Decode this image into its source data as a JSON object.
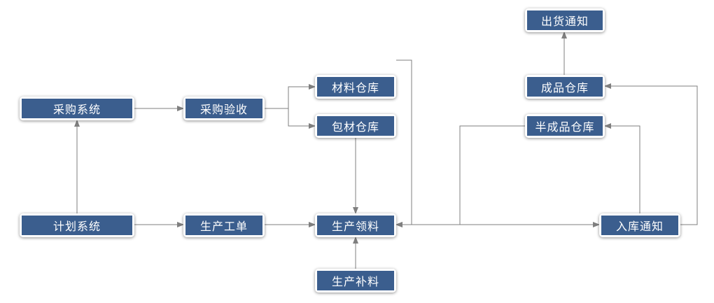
{
  "nodes": {
    "caigou_xitong": "采购系统",
    "caigou_yanshou": "采购验收",
    "cailiao_cangku": "材料仓库",
    "baocai_cangku": "包材仓库",
    "jihua_xitong": "计划系统",
    "shengchan_gongdan": "生产工单",
    "shengchan_lingliao": "生产领料",
    "shengchan_buliao": "生产补料",
    "chuhuo_tongzhi": "出货通知",
    "chengpin_cangku": "成品仓库",
    "banchengpin_cangku": "半成品仓库",
    "ruku_tongzhi": "入库通知"
  },
  "colors": {
    "node_fill": "#3b5e8e",
    "node_text": "#ffffff",
    "edge": "#7f7f7f"
  },
  "edges": [
    {
      "from": "caigou_xitong",
      "to": "caigou_yanshou"
    },
    {
      "from": "caigou_yanshou",
      "to": "cailiao_cangku"
    },
    {
      "from": "caigou_yanshou",
      "to": "baocai_cangku"
    },
    {
      "from": "jihua_xitong",
      "to": "caigou_xitong"
    },
    {
      "from": "jihua_xitong",
      "to": "shengchan_gongdan"
    },
    {
      "from": "shengchan_gongdan",
      "to": "shengchan_lingliao"
    },
    {
      "from": "baocai_cangku",
      "to": "shengchan_lingliao"
    },
    {
      "from": "cailiao_cangku",
      "to": "shengchan_lingliao"
    },
    {
      "from": "shengchan_buliao",
      "to": "shengchan_lingliao"
    },
    {
      "from": "banchengpin_cangku",
      "to": "shengchan_lingliao"
    },
    {
      "from": "shengchan_lingliao",
      "to": "ruku_tongzhi"
    },
    {
      "from": "ruku_tongzhi",
      "to": "banchengpin_cangku"
    },
    {
      "from": "ruku_tongzhi",
      "to": "chengpin_cangku"
    },
    {
      "from": "chengpin_cangku",
      "to": "chuhuo_tongzhi"
    }
  ]
}
